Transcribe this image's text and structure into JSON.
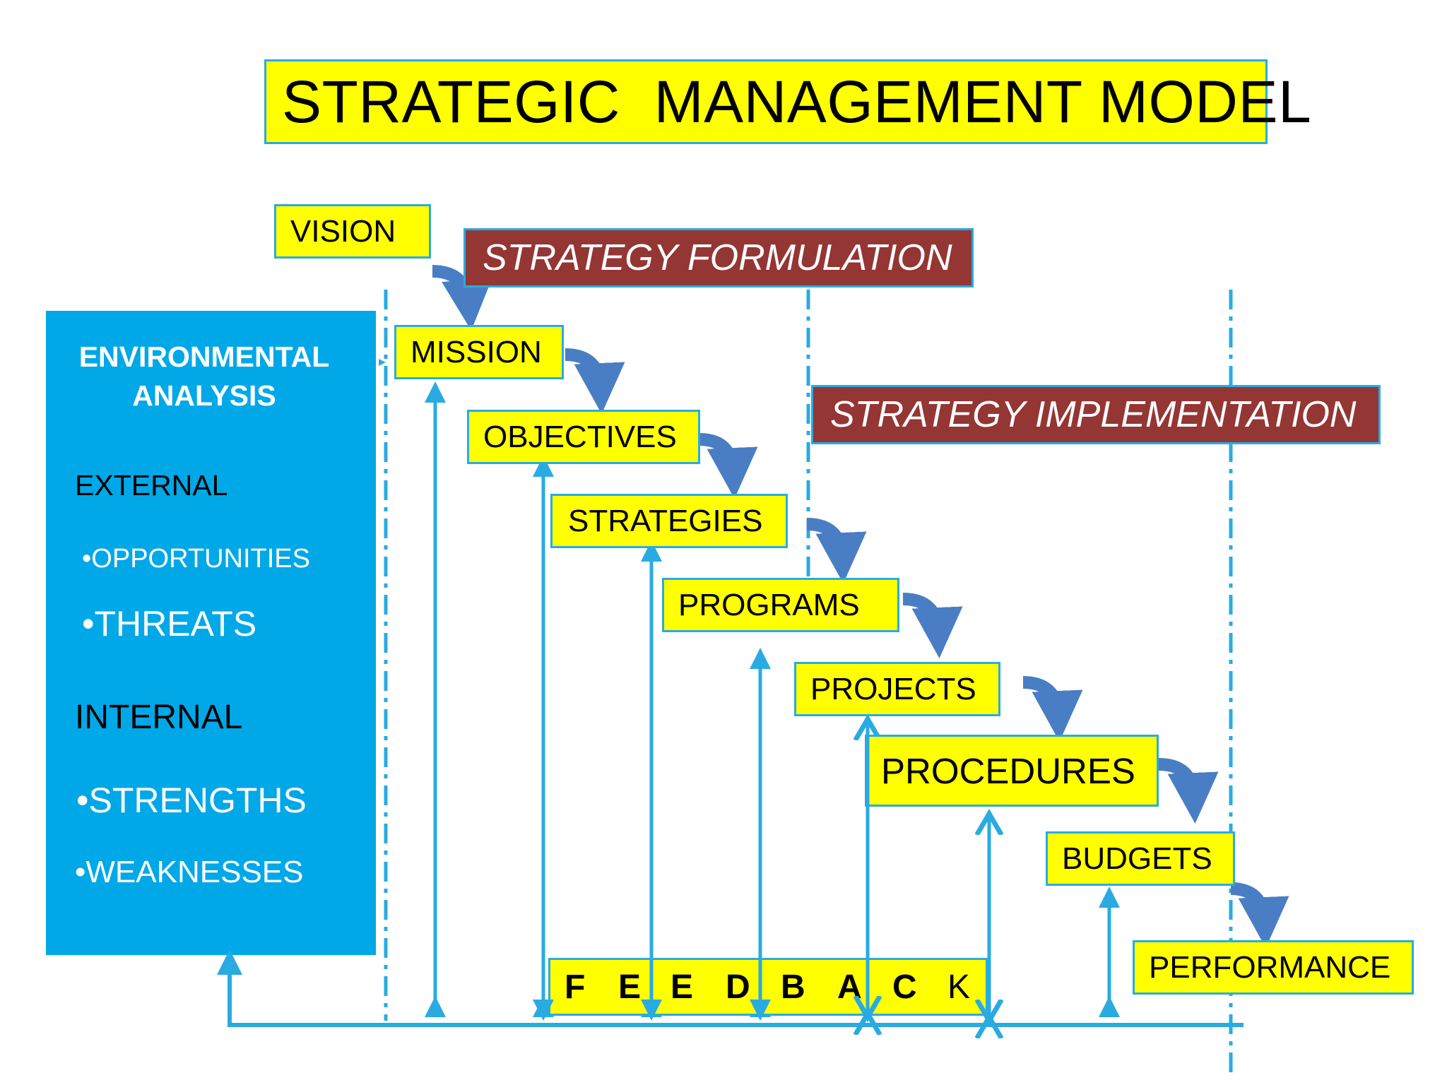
{
  "title": "STRATEGIC  MANAGEMENT MODEL",
  "banners": {
    "formulation": "STRATEGY FORMULATION",
    "implementation": "STRATEGY IMPLEMENTATION"
  },
  "environment": {
    "title_line1": "ENVIRONMENTAL",
    "title_line2": "ANALYSIS",
    "external": "EXTERNAL",
    "opportunities": "•OPPORTUNITIES",
    "threats": "•THREATS",
    "internal": "INTERNAL",
    "strengths": "•STRENGTHS",
    "weaknesses": "•WEAKNESSES"
  },
  "steps": {
    "vision": "VISION",
    "mission": "MISSION",
    "objectives": "OBJECTIVES",
    "strategies": "STRATEGIES",
    "programs": "PROGRAMS",
    "projects": "PROJECTS",
    "procedures": "PROCEDURES",
    "budgets": "BUDGETS",
    "performance": "PERFORMANCE"
  },
  "feedback_letters": [
    "F",
    "E",
    "E",
    "D",
    "B",
    "A",
    "C",
    "K"
  ],
  "colors": {
    "yellow": "#ffff00",
    "cyan": "#29abe2",
    "panel_blue": "#00a8e8",
    "banner_red": "#943634",
    "step_arrow": "#4a7ec4"
  }
}
